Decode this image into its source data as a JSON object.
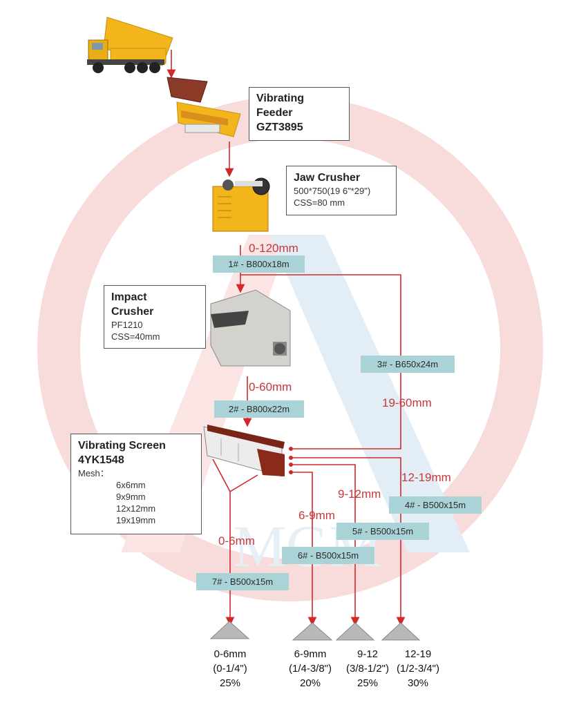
{
  "watermark": {
    "text": "MGM"
  },
  "feeder": {
    "title": "Vibrating Feeder GZT3895",
    "line1": "Vibrating",
    "line2": "Feeder",
    "line3": "GZT3895"
  },
  "jaw": {
    "title": "Jaw Crusher",
    "spec": "500*750(19 6\"*29\")",
    "css": "CSS=80 mm"
  },
  "impact": {
    "title1": "Impact",
    "title2": "Crusher",
    "model": "PF1210",
    "css": "CSS=40mm"
  },
  "screen": {
    "title": "Vibrating Screen",
    "model": "4YK1548",
    "mesh_label": "Mesh：",
    "meshes": [
      "6x6mm",
      "9x9mm",
      "12x12mm",
      "19x19mm"
    ]
  },
  "belts": {
    "b1": "1# - B800x18m",
    "b2": "2# - B800x22m",
    "b3": "3# - B650x24m",
    "b4": "4# - B500x15m",
    "b5": "5# - B500x15m",
    "b6": "6# - B500x15m",
    "b7": "7# - B500x15m"
  },
  "sizes": {
    "s_0_120": "0-120mm",
    "s_0_60": "0-60mm",
    "s_19_60": "19-60mm",
    "s_12_19": "12-19mm",
    "s_9_12": "9-12mm",
    "s_6_9": "6-9mm",
    "s_0_6": "0-6mm"
  },
  "products": [
    {
      "size": "0-6mm",
      "inch": "(0-1/4\")",
      "pct": "25%"
    },
    {
      "size": "6-9mm",
      "inch": "(1/4-3/8\")",
      "pct": "20%"
    },
    {
      "size": "9-12",
      "inch": "(3/8-1/2\")",
      "pct": "25%"
    },
    {
      "size": "12-19",
      "inch": "(1/2-3/4\")",
      "pct": "30%"
    }
  ],
  "colors": {
    "flow_line": "#d2282a",
    "belt_fill": "#a9d3d6",
    "watermark_red": "#f7d6d6",
    "watermark_blue": "#dce9f3",
    "equipment_yellow": "#f2b51c"
  }
}
